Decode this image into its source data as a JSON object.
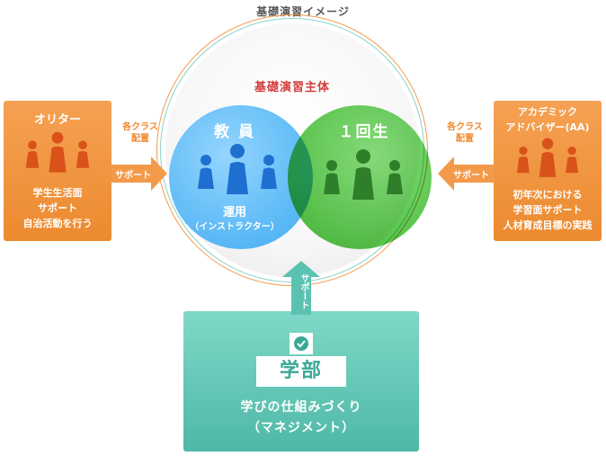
{
  "title": "基礎演習イメージ",
  "center": {
    "subject_label": "基礎演習主体",
    "left_circle": {
      "title": "教 員",
      "subtitle": "運用",
      "note": "（インストラクター）"
    },
    "right_circle": {
      "title": "１回生"
    }
  },
  "left_box": {
    "title": "オリター",
    "lines": [
      "学生生活面",
      "サポート",
      "自治活動を行う"
    ],
    "arrow_label": "各クラス\n配置",
    "arrow_text": "サポート"
  },
  "right_box": {
    "title_line1": "アカデミック",
    "title_line2": "アドバイザー(AA)",
    "lines": [
      "初年次における",
      "学習面サポート",
      "人材育成目標の実践"
    ],
    "arrow_label": "各クラス\n配置",
    "arrow_text": "サポート"
  },
  "bottom_box": {
    "label": "学部",
    "line1": "学びの仕組みづくり",
    "line2": "（マネジメント）",
    "arrow_text": "サポート"
  },
  "colors": {
    "orange": "#ec8a2f",
    "blue": "#50b4f5",
    "green": "#48be3a",
    "teal": "#4fb8a7",
    "red": "#d43c3c"
  }
}
